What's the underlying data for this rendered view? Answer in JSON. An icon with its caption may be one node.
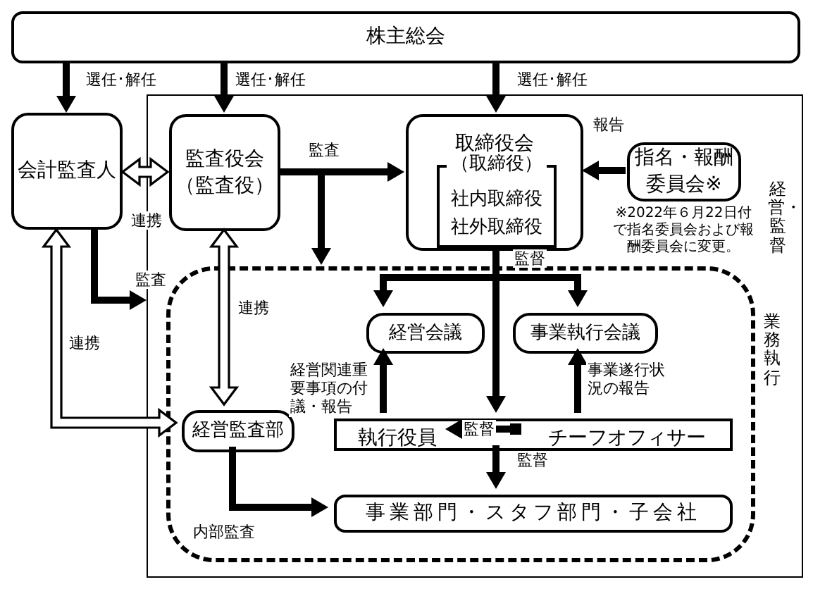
{
  "diagram": {
    "nodes": [
      {
        "text": [
          "株主総会"
        ]
      },
      {
        "text": [
          "会計監査人"
        ]
      },
      {
        "text": [
          "経営・監督"
        ]
      },
      {
        "text": [
          "監査役会（監査役）"
        ],
        "in": 2
      },
      {
        "text": [
          "取締役会"
        ],
        "in": 2
      },
      {
        "text": [
          "（取締役）",
          "社内取締役社外取締役"
        ],
        "in": 4
      },
      {
        "text": [
          "指名・報酬委員会※"
        ],
        "in": 2,
        "beside": [
          "※2022年６月22日付で指名委員会および報酬委員会に変更。"
        ]
      },
      {
        "text": [
          "業務執行"
        ],
        "in": 2
      },
      {
        "text": [
          "経営会議"
        ],
        "in": 7
      },
      {
        "text": [
          "事業執行会議"
        ],
        "in": 7
      },
      {
        "text": [
          "経営監査部"
        ],
        "in": 7
      },
      {
        "text": [],
        "shape": "box",
        "in": 7
      },
      {
        "text": [
          "執行役員"
        ],
        "in": 11
      },
      {
        "text": [
          "チーフオフィサー"
        ],
        "in": 11
      },
      {
        "text": [
          "事業部門・スタフ部門・子会社"
        ],
        "in": 7
      }
    ],
    "edges": [
      {
        "from": 0,
        "to": 1,
        "arrow": "to",
        "label": "選任･解任"
      },
      {
        "from": 0,
        "to": 3,
        "arrow": "to",
        "label": "選任･解任"
      },
      {
        "from": 0,
        "to": 4,
        "arrow": "to",
        "label": "選任･解任"
      },
      {
        "from": 1,
        "to": 3,
        "arrow": "both",
        "label": "連携"
      },
      {
        "from": 3,
        "to": 4,
        "arrow": "to",
        "label": "監査"
      },
      {
        "from": 3,
        "to": 7,
        "arrow": "to"
      },
      {
        "from": 6,
        "to": 4,
        "arrow": "to",
        "label": "報告"
      },
      {
        "from": 1,
        "to": 2,
        "arrow": "to",
        "label": "監査"
      },
      {
        "from": 3,
        "to": 10,
        "arrow": "both",
        "label": "連携"
      },
      {
        "from": 1,
        "to": 10,
        "arrow": "both",
        "label": "連携"
      },
      {
        "from": 4,
        "to": 8,
        "arrow": "to",
        "label": "監督"
      },
      {
        "from": 4,
        "to": 9,
        "arrow": "to"
      },
      {
        "from": 4,
        "to": 11,
        "arrow": "to"
      },
      {
        "from": 11,
        "to": 8,
        "arrow": "to",
        "label": "経営関連重要事項の付議・報告"
      },
      {
        "from": 11,
        "to": 9,
        "arrow": "to",
        "label": "事業遂行状況の報告"
      },
      {
        "from": 13,
        "to": 12,
        "arrow": "to",
        "label": "監督"
      },
      {
        "from": 11,
        "to": 14,
        "arrow": "to",
        "label": "監督"
      },
      {
        "from": 10,
        "to": 14,
        "arrow": "to",
        "label": "内部監査"
      }
    ]
  }
}
